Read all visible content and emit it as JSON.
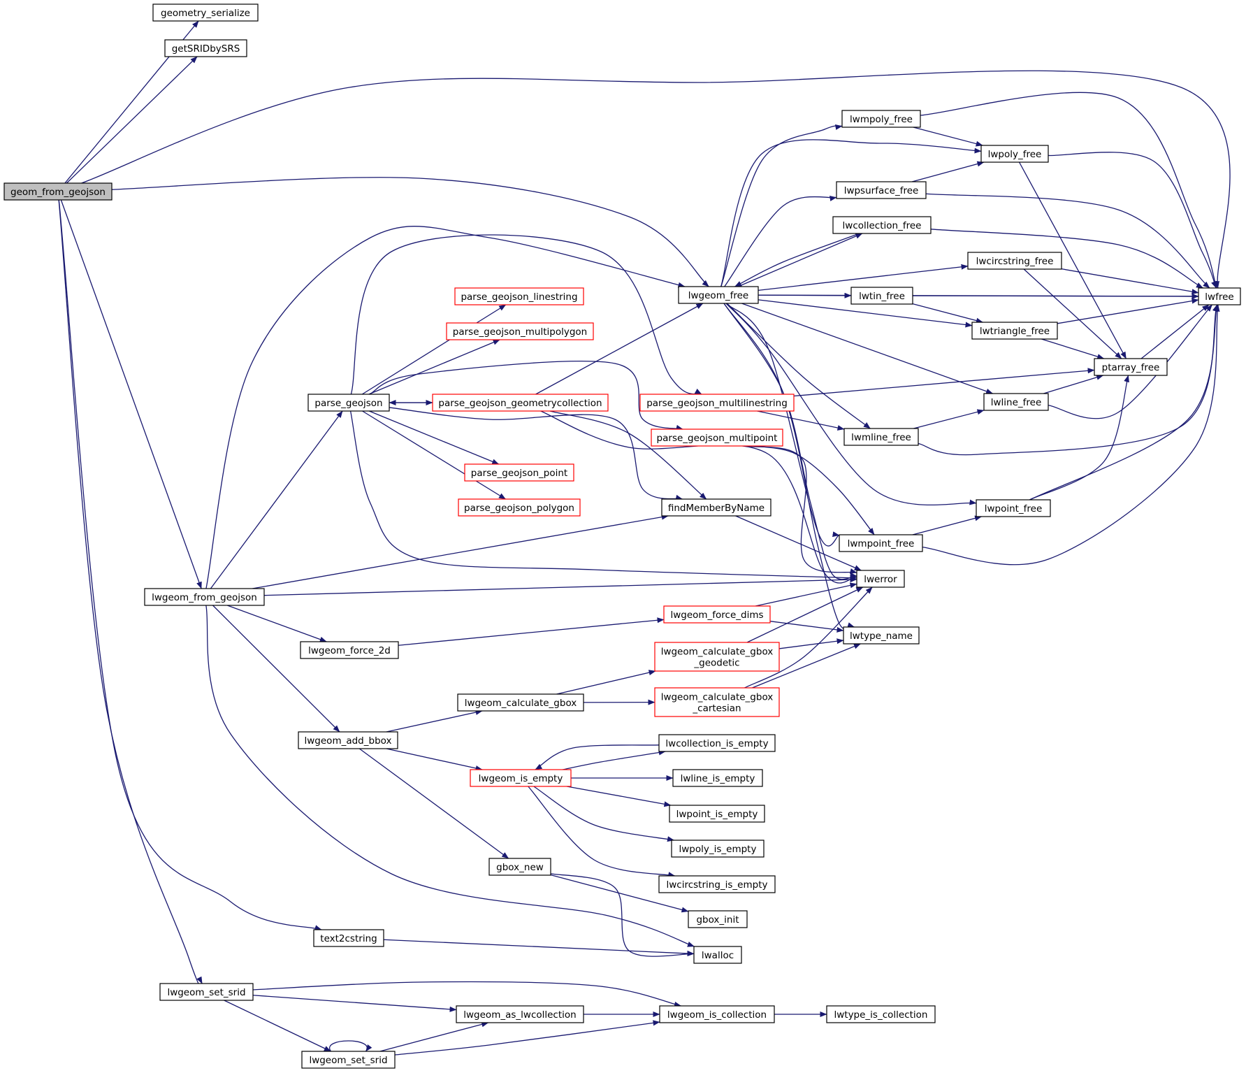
{
  "graph": {
    "edge_color": "#191970",
    "default_border": "#000000",
    "broken_border": "#ff0000",
    "root_fill": "#bfbfbf",
    "node_fill": "#ffffff",
    "nodes": [
      {
        "id": "geom_from_geojson",
        "label": "geom_from_geojson",
        "style": "root"
      },
      {
        "id": "geometry_serialize",
        "label": "geometry_serialize",
        "style": "normal"
      },
      {
        "id": "getSRIDbySRS",
        "label": "getSRIDbySRS",
        "style": "normal"
      },
      {
        "id": "lwfree",
        "label": "lwfree",
        "style": "normal"
      },
      {
        "id": "lwgeom_free",
        "label": "lwgeom_free",
        "style": "normal"
      },
      {
        "id": "lwgeom_from_geojson",
        "label": "lwgeom_from_geojson",
        "style": "normal"
      },
      {
        "id": "lwgeom_set_srid_1",
        "label": "lwgeom_set_srid",
        "style": "normal"
      },
      {
        "id": "text2cstring",
        "label": "text2cstring",
        "style": "normal"
      },
      {
        "id": "lwmpoly_free",
        "label": "lwmpoly_free",
        "style": "normal"
      },
      {
        "id": "lwpoly_free",
        "label": "lwpoly_free",
        "style": "normal"
      },
      {
        "id": "lwpsurface_free",
        "label": "lwpsurface_free",
        "style": "normal"
      },
      {
        "id": "lwcollection_free",
        "label": "lwcollection_free",
        "style": "normal"
      },
      {
        "id": "lwcircstring_free",
        "label": "lwcircstring_free",
        "style": "normal"
      },
      {
        "id": "lwtin_free",
        "label": "lwtin_free",
        "style": "normal"
      },
      {
        "id": "lwtriangle_free",
        "label": "lwtriangle_free",
        "style": "normal"
      },
      {
        "id": "ptarray_free",
        "label": "ptarray_free",
        "style": "normal"
      },
      {
        "id": "lwline_free",
        "label": "lwline_free",
        "style": "normal"
      },
      {
        "id": "lwmline_free",
        "label": "lwmline_free",
        "style": "normal"
      },
      {
        "id": "lwpoint_free",
        "label": "lwpoint_free",
        "style": "normal"
      },
      {
        "id": "lwmpoint_free",
        "label": "lwmpoint_free",
        "style": "normal"
      },
      {
        "id": "lwerror",
        "label": "lwerror",
        "style": "normal"
      },
      {
        "id": "lwtype_name",
        "label": "lwtype_name",
        "style": "normal"
      },
      {
        "id": "parse_geojson",
        "label": "parse_geojson",
        "style": "normal"
      },
      {
        "id": "parse_geojson_linestring",
        "label": "parse_geojson_linestring",
        "style": "broken"
      },
      {
        "id": "parse_geojson_multipolygon",
        "label": "parse_geojson_multipolygon",
        "style": "broken"
      },
      {
        "id": "parse_geojson_geometrycollection",
        "label": "parse_geojson_geometrycollection",
        "style": "broken"
      },
      {
        "id": "parse_geojson_point",
        "label": "parse_geojson_point",
        "style": "broken"
      },
      {
        "id": "parse_geojson_polygon",
        "label": "parse_geojson_polygon",
        "style": "broken"
      },
      {
        "id": "parse_geojson_multilinestring",
        "label": "parse_geojson_multilinestring",
        "style": "broken"
      },
      {
        "id": "parse_geojson_multipoint",
        "label": "parse_geojson_multipoint",
        "style": "broken"
      },
      {
        "id": "findMemberByName",
        "label": "findMemberByName",
        "style": "normal"
      },
      {
        "id": "lwgeom_force_2d",
        "label": "lwgeom_force_2d",
        "style": "normal"
      },
      {
        "id": "lwgeom_force_dims",
        "label": "lwgeom_force_dims",
        "style": "broken"
      },
      {
        "id": "lwgeom_calculate_gbox_geodetic",
        "label": "lwgeom_calculate_gbox\n_geodetic",
        "style": "broken"
      },
      {
        "id": "lwgeom_calculate_gbox",
        "label": "lwgeom_calculate_gbox",
        "style": "normal"
      },
      {
        "id": "lwgeom_calculate_gbox_cartesian",
        "label": "lwgeom_calculate_gbox\n_cartesian",
        "style": "broken"
      },
      {
        "id": "lwgeom_add_bbox",
        "label": "lwgeom_add_bbox",
        "style": "normal"
      },
      {
        "id": "lwcollection_is_empty",
        "label": "lwcollection_is_empty",
        "style": "normal"
      },
      {
        "id": "lwgeom_is_empty",
        "label": "lwgeom_is_empty",
        "style": "broken"
      },
      {
        "id": "lwline_is_empty",
        "label": "lwline_is_empty",
        "style": "normal"
      },
      {
        "id": "lwpoint_is_empty",
        "label": "lwpoint_is_empty",
        "style": "normal"
      },
      {
        "id": "lwpoly_is_empty",
        "label": "lwpoly_is_empty",
        "style": "normal"
      },
      {
        "id": "lwcircstring_is_empty",
        "label": "lwcircstring_is_empty",
        "style": "normal"
      },
      {
        "id": "gbox_new",
        "label": "gbox_new",
        "style": "normal"
      },
      {
        "id": "gbox_init",
        "label": "gbox_init",
        "style": "normal"
      },
      {
        "id": "lwalloc",
        "label": "lwalloc",
        "style": "normal"
      },
      {
        "id": "lwgeom_as_lwcollection",
        "label": "lwgeom_as_lwcollection",
        "style": "normal"
      },
      {
        "id": "lwgeom_is_collection",
        "label": "lwgeom_is_collection",
        "style": "normal"
      },
      {
        "id": "lwtype_is_collection",
        "label": "lwtype_is_collection",
        "style": "normal"
      },
      {
        "id": "lwgeom_set_srid_2",
        "label": "lwgeom_set_srid",
        "style": "normal"
      }
    ],
    "edges": [
      [
        "geom_from_geojson",
        "geometry_serialize"
      ],
      [
        "geom_from_geojson",
        "getSRIDbySRS"
      ],
      [
        "geom_from_geojson",
        "lwfree"
      ],
      [
        "geom_from_geojson",
        "lwgeom_free"
      ],
      [
        "geom_from_geojson",
        "lwgeom_from_geojson"
      ],
      [
        "geom_from_geojson",
        "text2cstring"
      ],
      [
        "geom_from_geojson",
        "lwgeom_set_srid_1"
      ],
      [
        "lwgeom_free",
        "lwmpoly_free"
      ],
      [
        "lwgeom_free",
        "lwpoly_free"
      ],
      [
        "lwgeom_free",
        "lwpsurface_free"
      ],
      [
        "lwgeom_free",
        "lwcollection_free"
      ],
      [
        "lwgeom_free",
        "lwcircstring_free"
      ],
      [
        "lwgeom_free",
        "lwtin_free"
      ],
      [
        "lwgeom_free",
        "lwfree"
      ],
      [
        "lwgeom_free",
        "lwtriangle_free"
      ],
      [
        "lwgeom_free",
        "lwline_free"
      ],
      [
        "lwgeom_free",
        "lwmline_free"
      ],
      [
        "lwgeom_free",
        "lwpoint_free"
      ],
      [
        "lwgeom_free",
        "lwmpoint_free"
      ],
      [
        "lwgeom_free",
        "lwerror"
      ],
      [
        "lwgeom_free",
        "lwtype_name"
      ],
      [
        "lwmpoly_free",
        "lwpoly_free"
      ],
      [
        "lwmpoly_free",
        "lwfree"
      ],
      [
        "lwpsurface_free",
        "lwpoly_free"
      ],
      [
        "lwpsurface_free",
        "lwfree"
      ],
      [
        "lwcollection_free",
        "lwgeom_free"
      ],
      [
        "lwcollection_free",
        "lwfree"
      ],
      [
        "lwpoly_free",
        "ptarray_free"
      ],
      [
        "lwpoly_free",
        "lwfree"
      ],
      [
        "lwcircstring_free",
        "ptarray_free"
      ],
      [
        "lwcircstring_free",
        "lwfree"
      ],
      [
        "lwtin_free",
        "lwtriangle_free"
      ],
      [
        "lwtin_free",
        "lwfree"
      ],
      [
        "lwtriangle_free",
        "ptarray_free"
      ],
      [
        "lwtriangle_free",
        "lwfree"
      ],
      [
        "ptarray_free",
        "lwfree"
      ],
      [
        "lwline_free",
        "ptarray_free"
      ],
      [
        "lwline_free",
        "lwfree"
      ],
      [
        "lwmline_free",
        "lwline_free"
      ],
      [
        "lwmline_free",
        "lwfree"
      ],
      [
        "lwpoint_free",
        "ptarray_free"
      ],
      [
        "lwpoint_free",
        "lwfree"
      ],
      [
        "lwmpoint_free",
        "lwpoint_free"
      ],
      [
        "lwmpoint_free",
        "lwfree"
      ],
      [
        "lwgeom_from_geojson",
        "lwgeom_free"
      ],
      [
        "lwgeom_from_geojson",
        "parse_geojson"
      ],
      [
        "lwgeom_from_geojson",
        "findMemberByName"
      ],
      [
        "lwgeom_from_geojson",
        "lwerror"
      ],
      [
        "lwgeom_from_geojson",
        "lwgeom_force_2d"
      ],
      [
        "lwgeom_from_geojson",
        "lwgeom_add_bbox"
      ],
      [
        "lwgeom_from_geojson",
        "lwalloc"
      ],
      [
        "parse_geojson",
        "parse_geojson_linestring"
      ],
      [
        "parse_geojson",
        "parse_geojson_multipolygon"
      ],
      [
        "parse_geojson",
        "parse_geojson_geometrycollection"
      ],
      [
        "parse_geojson",
        "parse_geojson_multilinestring"
      ],
      [
        "parse_geojson",
        "parse_geojson_multipoint"
      ],
      [
        "parse_geojson",
        "parse_geojson_point"
      ],
      [
        "parse_geojson",
        "parse_geojson_polygon"
      ],
      [
        "parse_geojson",
        "findMemberByName"
      ],
      [
        "parse_geojson",
        "lwerror"
      ],
      [
        "parse_geojson_geometrycollection",
        "parse_geojson"
      ],
      [
        "parse_geojson_geometrycollection",
        "lwgeom_free"
      ],
      [
        "parse_geojson_geometrycollection",
        "findMemberByName"
      ],
      [
        "parse_geojson_geometrycollection",
        "lwerror"
      ],
      [
        "parse_geojson_multilinestring",
        "ptarray_free"
      ],
      [
        "parse_geojson_multilinestring",
        "lwmline_free"
      ],
      [
        "parse_geojson_multipoint",
        "lwmpoint_free"
      ],
      [
        "parse_geojson_multipoint",
        "lwerror"
      ],
      [
        "findMemberByName",
        "lwerror"
      ],
      [
        "lwgeom_force_2d",
        "lwgeom_force_dims"
      ],
      [
        "lwgeom_force_dims",
        "lwerror"
      ],
      [
        "lwgeom_force_dims",
        "lwtype_name"
      ],
      [
        "lwgeom_calculate_gbox_geodetic",
        "lwerror"
      ],
      [
        "lwgeom_calculate_gbox_geodetic",
        "lwtype_name"
      ],
      [
        "lwgeom_calculate_gbox_cartesian",
        "lwerror"
      ],
      [
        "lwgeom_calculate_gbox_cartesian",
        "lwtype_name"
      ],
      [
        "lwgeom_add_bbox",
        "lwgeom_calculate_gbox"
      ],
      [
        "lwgeom_add_bbox",
        "lwgeom_is_empty"
      ],
      [
        "lwgeom_add_bbox",
        "gbox_new"
      ],
      [
        "lwgeom_calculate_gbox",
        "lwgeom_calculate_gbox_geodetic"
      ],
      [
        "lwgeom_calculate_gbox",
        "lwgeom_calculate_gbox_cartesian"
      ],
      [
        "lwgeom_is_empty",
        "lwcollection_is_empty"
      ],
      [
        "lwcollection_is_empty",
        "lwgeom_is_empty"
      ],
      [
        "lwgeom_is_empty",
        "lwline_is_empty"
      ],
      [
        "lwgeom_is_empty",
        "lwpoint_is_empty"
      ],
      [
        "lwgeom_is_empty",
        "lwpoly_is_empty"
      ],
      [
        "lwgeom_is_empty",
        "lwcircstring_is_empty"
      ],
      [
        "gbox_new",
        "gbox_init"
      ],
      [
        "gbox_new",
        "lwalloc"
      ],
      [
        "text2cstring",
        "lwalloc"
      ],
      [
        "lwgeom_set_srid_1",
        "lwgeom_is_collection"
      ],
      [
        "lwgeom_set_srid_1",
        "lwgeom_as_lwcollection"
      ],
      [
        "lwgeom_set_srid_1",
        "lwgeom_set_srid_2"
      ],
      [
        "lwgeom_as_lwcollection",
        "lwgeom_is_collection"
      ],
      [
        "lwgeom_is_collection",
        "lwtype_is_collection"
      ],
      [
        "lwgeom_set_srid_2",
        "lwgeom_as_lwcollection"
      ],
      [
        "lwgeom_set_srid_2",
        "lwgeom_is_collection"
      ],
      [
        "lwgeom_set_srid_2",
        "lwgeom_set_srid_2"
      ]
    ]
  }
}
